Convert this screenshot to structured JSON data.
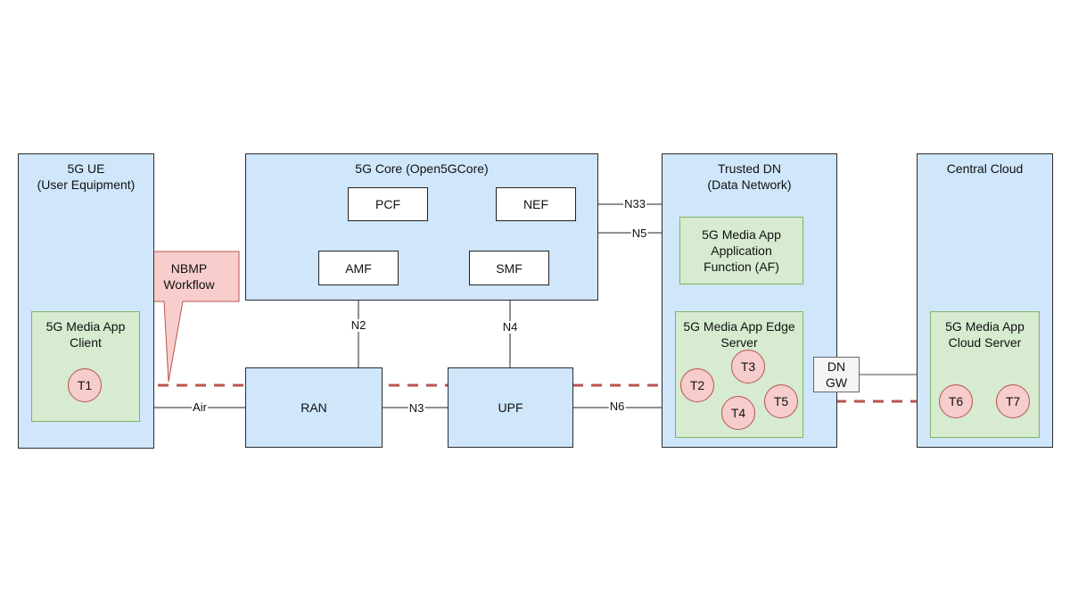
{
  "domains": {
    "ue": "5G UE\n(User Equipment)",
    "core": "5G Core (Open5GCore)",
    "dn": "Trusted DN\n(Data Network)",
    "cloud": "Central Cloud"
  },
  "nodes": {
    "pcf": "PCF",
    "nef": "NEF",
    "amf": "AMF",
    "smf": "SMF",
    "ran": "RAN",
    "upf": "UPF",
    "af": "5G Media App\nApplication\nFunction (AF)",
    "client": "5G Media App\nClient",
    "edge": "5G Media App Edge\nServer",
    "cloud_server": "5G Media App\nCloud Server",
    "dn_gw": "DN\nGW"
  },
  "tasks": [
    "T1",
    "T2",
    "T3",
    "T4",
    "T5",
    "T6",
    "T7"
  ],
  "callout": "NBMP\nWorkflow",
  "interfaces": {
    "air": "Air",
    "n2": "N2",
    "n3": "N3",
    "n4": "N4",
    "n5": "N5",
    "n6": "N6",
    "n33": "N33"
  },
  "colors": {
    "domain_fill": "#cfe6fb",
    "app_fill": "#d6ebcf",
    "task_fill": "#f7cccc",
    "workflow_line": "#b85450"
  }
}
